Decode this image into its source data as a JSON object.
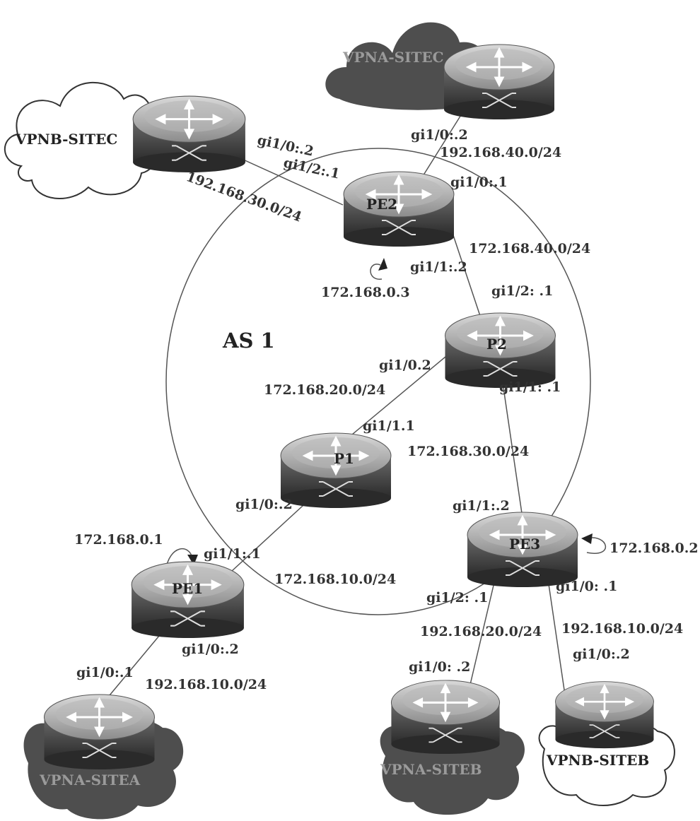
{
  "as_label": "AS 1",
  "routers": {
    "pe1": "PE1",
    "pe2": "PE2",
    "pe3": "PE3",
    "p1": "P1",
    "p2": "P2"
  },
  "sites": {
    "vpna_sitec": "VPNA-SITEC",
    "vpnb_sitec": "VPNB-SITEC",
    "vpna_sitea": "VPNA-SITEA",
    "vpna_siteb": "VPNA-SITEB",
    "vpnb_siteb": "VPNB-SITEB"
  },
  "loopbacks": {
    "pe1": "172.168.0.1",
    "pe2": "172.168.0.3",
    "pe3": "172.168.0.2"
  },
  "networks": {
    "n40_192": "192.168.40.0/24",
    "n30_192": "192.168.30.0/24",
    "n40_172": "172.168.40.0/24",
    "n20_172": "172.168.20.0/24",
    "n30_172": "172.168.30.0/24",
    "n10_172": "172.168.10.0/24",
    "n10_192_left": "192.168.10.0/24",
    "n20_192": "192.168.20.0/24",
    "n10_192_right": "192.168.10.0/24"
  },
  "interfaces": {
    "sitec_a_gi10": "gi1/0:.2",
    "sitec_b_gi10": "gi1/0:.2",
    "pe2_gi12": "gi1/2:.1",
    "pe2_gi10": "gi1/0:.1",
    "pe2_gi11": "gi1/1:.2",
    "p2_gi12": "gi1/2: .1",
    "p2_gi10": "gi1/0.2",
    "p2_gi11": "gi1/1: .1",
    "p1_gi11": "gi1/1.1",
    "p1_gi10": "gi1/0:.2",
    "pe3_gi11": "gi1/1:.2",
    "pe1_gi11": "gi1/1:.1",
    "pe3_gi12": "gi1/2: .1",
    "pe3_gi10": "gi1/0: .1",
    "pe1_gi10": "gi1/0:.2",
    "sitea_gi10": "gi1/0:.1",
    "siteb_a_gi10": "gi1/0: .2",
    "siteb_b_gi10": "gi1/0:.2"
  }
}
